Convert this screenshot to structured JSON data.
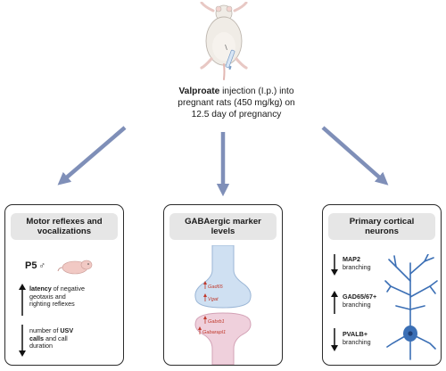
{
  "injection": {
    "drug": "Valproate",
    "line1_rest": " injection (I.p.) into",
    "line2": "pregnant rats  (450 mg/kg) on",
    "line3": "12.5 day of pregnancy"
  },
  "panels": [
    {
      "title_line1": "Motor reflexes and",
      "title_line2": "vocalizations",
      "age_label": "P5",
      "sex_symbol": "♂",
      "item1": {
        "bold": "latency",
        "rest1": " of negative",
        "rest2": "geotaxis and",
        "rest3": "righting reflexes"
      },
      "item2": {
        "line1": "number of ",
        "bold1": "USV",
        "bold2": "calls",
        "rest2": " and call",
        "line3": "duration"
      }
    },
    {
      "title_line1": "GABAergic marker",
      "title_line2": "levels",
      "genes": [
        "Gad65",
        "Vgat",
        "Gabrb1",
        "Gabarapl1"
      ]
    },
    {
      "title_line1": "Primary cortical",
      "title_line2": "neurons",
      "item1": {
        "bold": "MAP2",
        "rest": "branching"
      },
      "item2": {
        "bold": "GAD65/67+",
        "rest": "branching"
      },
      "item3": {
        "bold": "PVALB+",
        "rest": "branching"
      }
    }
  ],
  "colors": {
    "arrow": "#7f8fb8",
    "panel_header": "#e6e6e6",
    "pre_synapse": "#cfe0f2",
    "post_synapse": "#efd0dc",
    "neuron": "#3b6fb5",
    "gene_text": "#c0392b"
  }
}
